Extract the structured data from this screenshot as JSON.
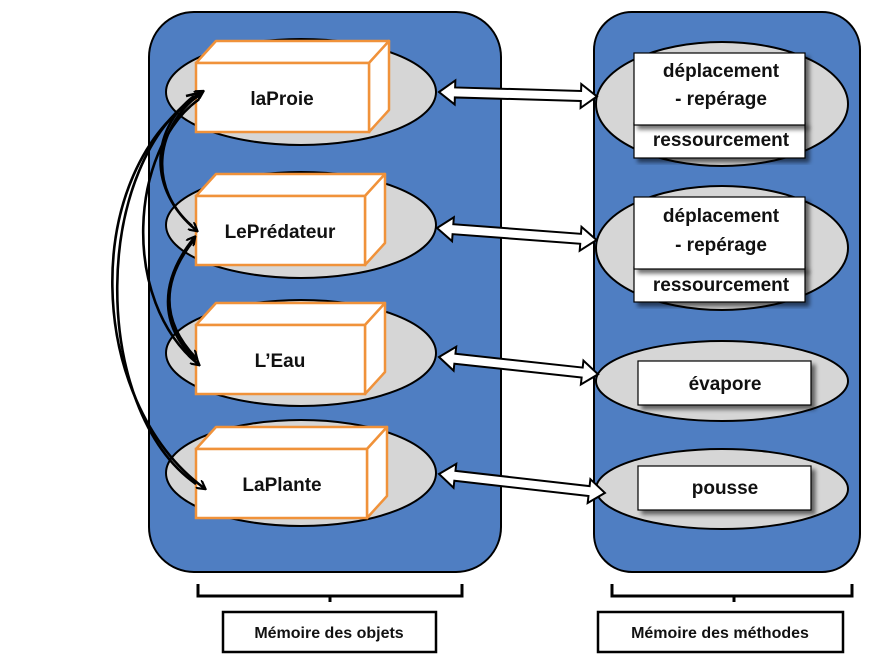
{
  "objects_memory": {
    "label": "Mémoire des objets",
    "objects": [
      {
        "name": "laProie"
      },
      {
        "name": "LePrédateur"
      },
      {
        "name": "L’Eau"
      },
      {
        "name": "LaPlante"
      }
    ]
  },
  "methods_memory": {
    "label": "Mémoire des méthodes",
    "groups": [
      {
        "lines": [
          "déplacement",
          "- repérage"
        ],
        "second": "ressourcement"
      },
      {
        "lines": [
          "déplacement",
          "- repérage"
        ],
        "second": "ressourcement"
      },
      {
        "lines": [
          "évapore"
        ]
      },
      {
        "lines": [
          "pousse"
        ]
      }
    ]
  },
  "colors": {
    "panel_fill": "#4F7EC2",
    "ellipse_fill": "#D6D6D6",
    "box_border": "#F0923A"
  }
}
